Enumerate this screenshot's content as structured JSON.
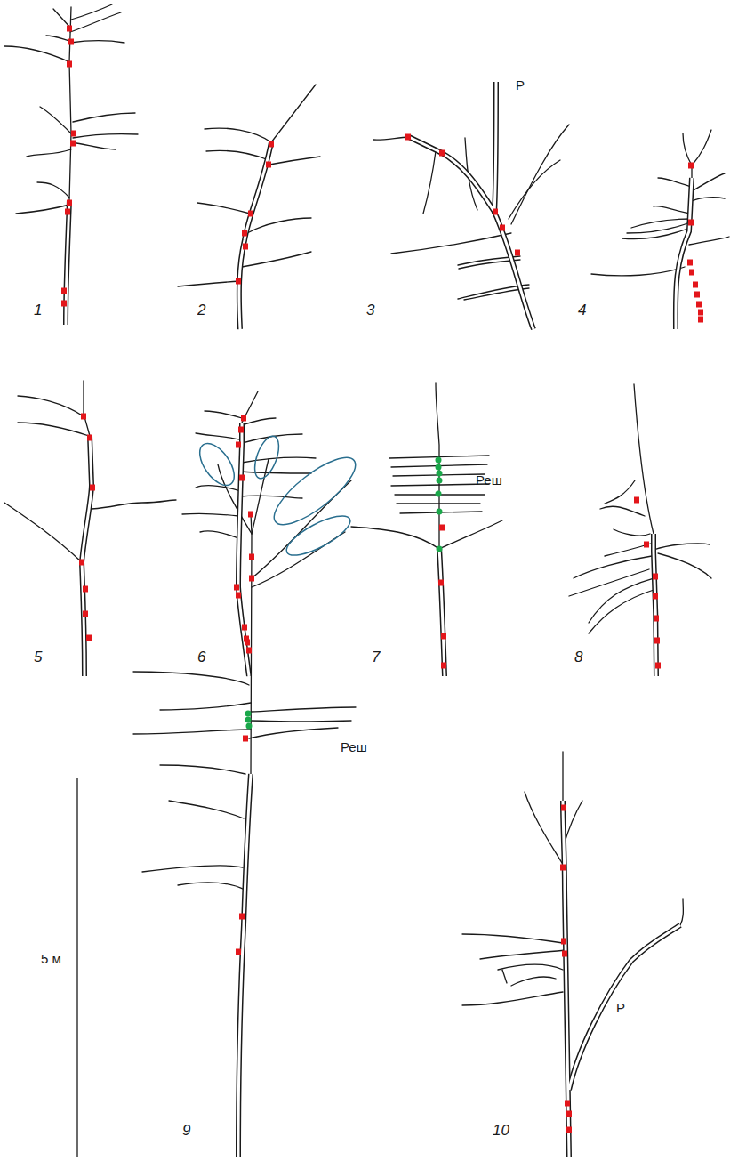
{
  "diagram": {
    "labels": [
      "Р",
      "1",
      "2",
      "3",
      "4",
      "Реш",
      "5",
      "6",
      "7",
      "8",
      "Реш",
      "5 м",
      "9",
      "Р",
      "10"
    ]
  }
}
